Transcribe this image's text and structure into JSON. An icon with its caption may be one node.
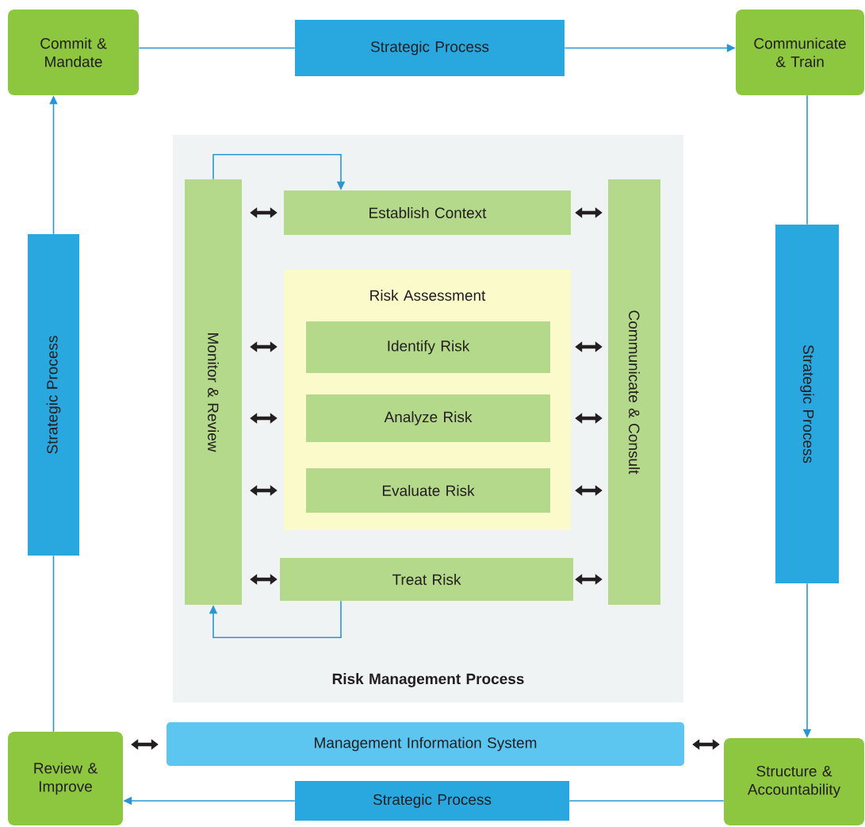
{
  "diagram": {
    "nodes": [
      {
        "text": [
          "Commit & Mandate"
        ]
      },
      {
        "text": [
          "Communicate & Train"
        ]
      },
      {
        "text": [
          "Structure & Accountability"
        ]
      },
      {
        "text": [
          "Review & Improve"
        ]
      },
      {
        "text": [
          "Strategic Process"
        ]
      },
      {
        "text": [
          "Strategic Process"
        ]
      },
      {
        "text": [
          "Strategic Process"
        ]
      },
      {
        "text": [
          "Strategic Process"
        ]
      },
      {
        "text": [
          "Risk Management Process"
        ]
      },
      {
        "text": [
          "Monitor & Review"
        ],
        "in": 8
      },
      {
        "text": [
          "Communicate & Consult"
        ],
        "in": 8
      },
      {
        "text": [
          "Establish Context"
        ],
        "in": 8
      },
      {
        "text": [
          "Risk Assessment"
        ],
        "in": 8
      },
      {
        "text": [
          "Identify Risk"
        ],
        "in": 12
      },
      {
        "text": [
          "Analyze Risk"
        ],
        "in": 12
      },
      {
        "text": [
          "Evaluate Risk"
        ],
        "in": 12
      },
      {
        "text": [
          "Treat Risk"
        ],
        "in": 8
      },
      {
        "text": [
          "Management Information System"
        ]
      }
    ],
    "edges": [
      {
        "from": 0,
        "to": 4,
        "arrow": "none",
        "color": "#2a96d4"
      },
      {
        "from": 4,
        "to": 1,
        "arrow": "to",
        "color": "#2a96d4"
      },
      {
        "from": 1,
        "to": 5,
        "arrow": "none",
        "color": "#2a96d4"
      },
      {
        "from": 5,
        "to": 2,
        "arrow": "to",
        "color": "#2a96d4"
      },
      {
        "from": 2,
        "to": 6,
        "arrow": "none",
        "color": "#2a96d4"
      },
      {
        "from": 6,
        "to": 3,
        "arrow": "to",
        "color": "#2a96d4"
      },
      {
        "from": 3,
        "to": 7,
        "arrow": "none",
        "color": "#2a96d4"
      },
      {
        "from": 7,
        "to": 0,
        "arrow": "to",
        "color": "#2a96d4"
      },
      {
        "from": 9,
        "to": 11,
        "arrow": "to",
        "color": "#2a96d4"
      },
      {
        "from": 16,
        "to": 9,
        "arrow": "to",
        "color": "#2a96d4"
      },
      {
        "from": 9,
        "to": 11,
        "arrow": "both"
      },
      {
        "from": 9,
        "to": 12,
        "arrow": "both"
      },
      {
        "from": 9,
        "to": 12,
        "arrow": "both"
      },
      {
        "from": 9,
        "to": 12,
        "arrow": "both"
      },
      {
        "from": 9,
        "to": 16,
        "arrow": "both"
      },
      {
        "from": 11,
        "to": 10,
        "arrow": "both"
      },
      {
        "from": 12,
        "to": 10,
        "arrow": "both"
      },
      {
        "from": 12,
        "to": 10,
        "arrow": "both"
      },
      {
        "from": 12,
        "to": 10,
        "arrow": "both"
      },
      {
        "from": 16,
        "to": 10,
        "arrow": "both"
      },
      {
        "from": 3,
        "to": 17,
        "arrow": "both"
      },
      {
        "from": 17,
        "to": 2,
        "arrow": "both"
      }
    ]
  }
}
